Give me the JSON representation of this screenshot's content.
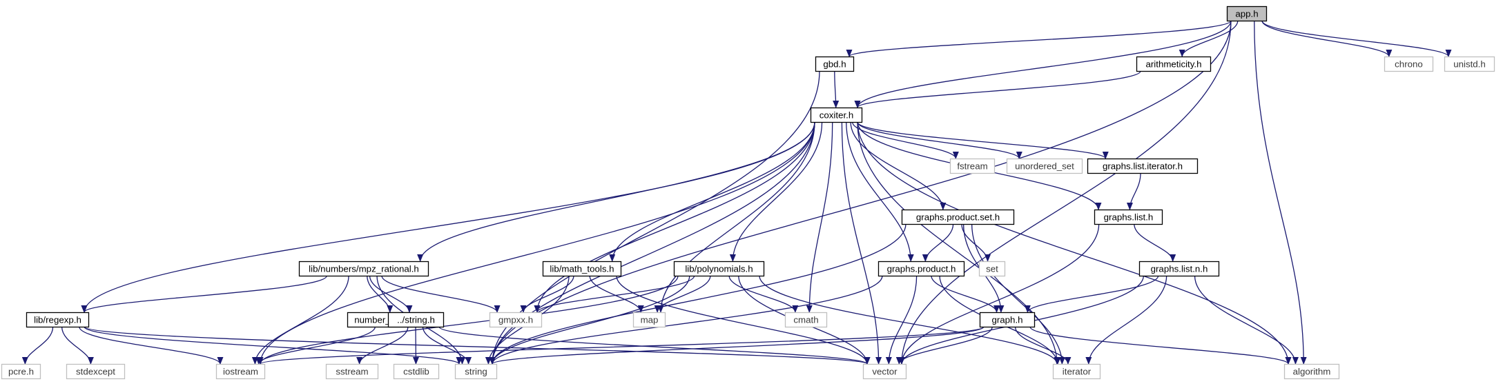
{
  "diagram": {
    "nodes": [
      {
        "id": "app",
        "label": "app.h",
        "kind": "root"
      },
      {
        "id": "gbd",
        "label": "gbd.h",
        "kind": "project"
      },
      {
        "id": "arith",
        "label": "arithmeticity.h",
        "kind": "project"
      },
      {
        "id": "chrono",
        "label": "chrono",
        "kind": "external"
      },
      {
        "id": "unistd",
        "label": "unistd.h",
        "kind": "external"
      },
      {
        "id": "coxiter",
        "label": "coxiter.h",
        "kind": "project"
      },
      {
        "id": "fstream",
        "label": "fstream",
        "kind": "external"
      },
      {
        "id": "unordered_set",
        "label": "unordered_set",
        "kind": "external"
      },
      {
        "id": "gli",
        "label": "graphs.list.iterator.h",
        "kind": "project"
      },
      {
        "id": "gps",
        "label": "graphs.product.set.h",
        "kind": "project"
      },
      {
        "id": "gl",
        "label": "graphs.list.h",
        "kind": "project"
      },
      {
        "id": "mpz",
        "label": "lib/numbers/mpz_rational.h",
        "kind": "project"
      },
      {
        "id": "mathtools",
        "label": "lib/math_tools.h",
        "kind": "project"
      },
      {
        "id": "poly",
        "label": "lib/polynomials.h",
        "kind": "project"
      },
      {
        "id": "set",
        "label": "set",
        "kind": "external"
      },
      {
        "id": "gp",
        "label": "graphs.product.h",
        "kind": "project"
      },
      {
        "id": "gln",
        "label": "graphs.list.n.h",
        "kind": "project"
      },
      {
        "id": "regexp",
        "label": "lib/regexp.h",
        "kind": "project"
      },
      {
        "id": "numtpl",
        "label": "number_template.h",
        "kind": "project"
      },
      {
        "id": "strh",
        "label": "../string.h",
        "kind": "project"
      },
      {
        "id": "gmpxx",
        "label": "gmpxx.h",
        "kind": "external"
      },
      {
        "id": "map",
        "label": "map",
        "kind": "external"
      },
      {
        "id": "cmath",
        "label": "cmath",
        "kind": "external"
      },
      {
        "id": "graph",
        "label": "graph.h",
        "kind": "project"
      },
      {
        "id": "pcre",
        "label": "pcre.h",
        "kind": "external"
      },
      {
        "id": "stdexcept",
        "label": "stdexcept",
        "kind": "external"
      },
      {
        "id": "iostream",
        "label": "iostream",
        "kind": "external"
      },
      {
        "id": "string",
        "label": "string",
        "kind": "external"
      },
      {
        "id": "sstream",
        "label": "sstream",
        "kind": "external"
      },
      {
        "id": "cstdlib",
        "label": "cstdlib",
        "kind": "external"
      },
      {
        "id": "vector",
        "label": "vector",
        "kind": "external"
      },
      {
        "id": "iterator",
        "label": "iterator",
        "kind": "external"
      },
      {
        "id": "algorithm",
        "label": "algorithm",
        "kind": "external"
      }
    ],
    "edges": [
      [
        "app",
        "gbd"
      ],
      [
        "app",
        "arith"
      ],
      [
        "app",
        "chrono"
      ],
      [
        "app",
        "unistd"
      ],
      [
        "app",
        "coxiter"
      ],
      [
        "app",
        "string"
      ],
      [
        "app",
        "vector"
      ],
      [
        "app",
        "algorithm"
      ],
      [
        "gbd",
        "coxiter"
      ],
      [
        "gbd",
        "string"
      ],
      [
        "arith",
        "coxiter"
      ],
      [
        "coxiter",
        "fstream"
      ],
      [
        "coxiter",
        "unordered_set"
      ],
      [
        "coxiter",
        "gli"
      ],
      [
        "coxiter",
        "gps"
      ],
      [
        "coxiter",
        "gl"
      ],
      [
        "coxiter",
        "mpz"
      ],
      [
        "coxiter",
        "mathtools"
      ],
      [
        "coxiter",
        "poly"
      ],
      [
        "coxiter",
        "gp"
      ],
      [
        "coxiter",
        "regexp"
      ],
      [
        "coxiter",
        "gmpxx"
      ],
      [
        "coxiter",
        "map"
      ],
      [
        "coxiter",
        "cmath"
      ],
      [
        "coxiter",
        "iostream"
      ],
      [
        "coxiter",
        "string"
      ],
      [
        "coxiter",
        "vector"
      ],
      [
        "coxiter",
        "iterator"
      ],
      [
        "coxiter",
        "algorithm"
      ],
      [
        "gli",
        "gl"
      ],
      [
        "gl",
        "gln"
      ],
      [
        "gl",
        "vector"
      ],
      [
        "gln",
        "graph"
      ],
      [
        "gln",
        "vector"
      ],
      [
        "gln",
        "iterator"
      ],
      [
        "gln",
        "algorithm"
      ],
      [
        "gps",
        "set"
      ],
      [
        "gps",
        "gp"
      ],
      [
        "gps",
        "graph"
      ],
      [
        "gps",
        "string"
      ],
      [
        "gps",
        "iterator"
      ],
      [
        "gp",
        "graph"
      ],
      [
        "gp",
        "string"
      ],
      [
        "gp",
        "vector"
      ],
      [
        "gp",
        "iterator"
      ],
      [
        "graph",
        "iostream"
      ],
      [
        "graph",
        "string"
      ],
      [
        "graph",
        "vector"
      ],
      [
        "graph",
        "iterator"
      ],
      [
        "graph",
        "algorithm"
      ],
      [
        "mpz",
        "regexp"
      ],
      [
        "mpz",
        "numtpl"
      ],
      [
        "mpz",
        "strh"
      ],
      [
        "mpz",
        "gmpxx"
      ],
      [
        "mpz",
        "iostream"
      ],
      [
        "mpz",
        "string"
      ],
      [
        "numtpl",
        "iostream"
      ],
      [
        "strh",
        "sstream"
      ],
      [
        "strh",
        "cstdlib"
      ],
      [
        "strh",
        "string"
      ],
      [
        "strh",
        "vector"
      ],
      [
        "mathtools",
        "gmpxx"
      ],
      [
        "mathtools",
        "map"
      ],
      [
        "mathtools",
        "string"
      ],
      [
        "mathtools",
        "vector"
      ],
      [
        "poly",
        "gmpxx"
      ],
      [
        "poly",
        "map"
      ],
      [
        "poly",
        "cmath"
      ],
      [
        "poly",
        "iostream"
      ],
      [
        "poly",
        "string"
      ],
      [
        "poly",
        "vector"
      ],
      [
        "poly",
        "iterator"
      ],
      [
        "regexp",
        "pcre"
      ],
      [
        "regexp",
        "stdexcept"
      ],
      [
        "regexp",
        "iostream"
      ],
      [
        "regexp",
        "string"
      ],
      [
        "regexp",
        "vector"
      ]
    ]
  },
  "colors": {
    "edge": "#191970",
    "project_border": "#000000",
    "external_border": "#bfbfbf",
    "root_fill": "#bfbfbf",
    "background": "#ffffff"
  }
}
